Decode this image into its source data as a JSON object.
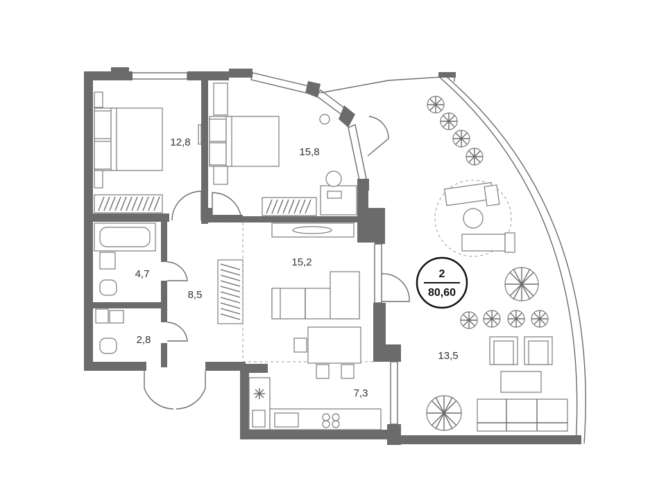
{
  "unit": {
    "number": "2",
    "total_area": "80,60"
  },
  "rooms": [
    {
      "id": "bedroom-1",
      "area": "12,8"
    },
    {
      "id": "bedroom-2",
      "area": "15,8"
    },
    {
      "id": "bathroom",
      "area": "4,7"
    },
    {
      "id": "hallway",
      "area": "8,5"
    },
    {
      "id": "toilet",
      "area": "2,8"
    },
    {
      "id": "living-room",
      "area": "15,2"
    },
    {
      "id": "kitchen",
      "area": "7,3"
    },
    {
      "id": "terrace",
      "area": "13,5"
    }
  ],
  "colors": {
    "wall": "#6b6b6b",
    "furniture_stroke": "#7a7a7a",
    "badge_stroke": "#111111"
  }
}
